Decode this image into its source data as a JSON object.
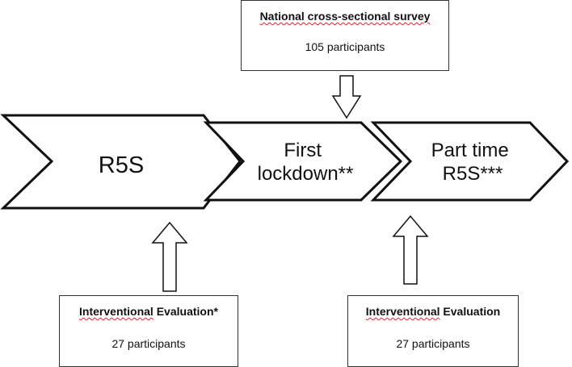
{
  "stages": [
    {
      "lines": [
        "R5S"
      ]
    },
    {
      "lines": [
        "First",
        "lockdown**"
      ]
    },
    {
      "lines": [
        "Part time",
        "R5S***"
      ]
    }
  ],
  "boxes": {
    "survey": {
      "title": "National cross-sectional survey",
      "count": "105 participants"
    },
    "eval_1": {
      "title_main": "Interventional",
      "title_rest": " Evaluation*",
      "count": "27 participants"
    },
    "eval_2": {
      "title_main": "Interventional",
      "title_rest": " Evaluation",
      "count": "27 participants"
    }
  },
  "colors": {
    "outline": "#111111",
    "text": "#111111",
    "spellcheck": "#d22b2b"
  }
}
